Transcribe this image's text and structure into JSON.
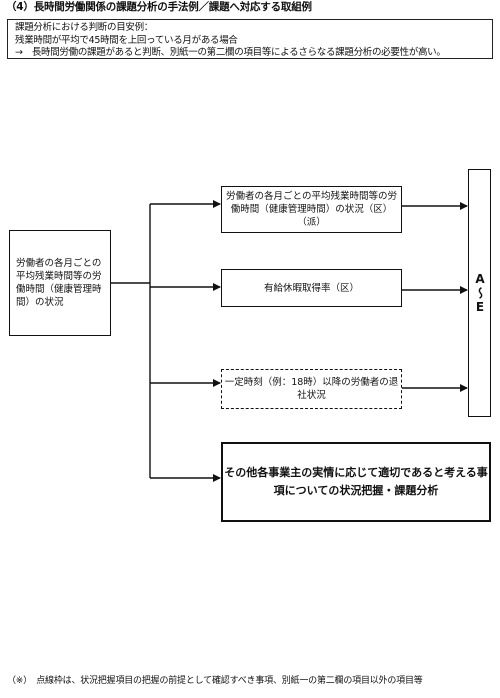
{
  "heading": "（4）長時間労働関係の課題分析の手法例／課題へ対応する取組例",
  "criteria": {
    "line1": "課題分析における判断の目安例：",
    "line2": "残業時間が平均で45時間を上回っている月がある場合",
    "line3": "→　長時間労働の課題があると判断、別紙一の第二欄の項目等によるさらなる課題分析の必要性が高い。"
  },
  "source_box": {
    "text": "労働者の各月ごとの平均残業時間等の労働時間（健康管理時間）の状況"
  },
  "items": [
    {
      "text": "労働者の各月ごとの平均残業時間等の労働時間（健康管理時間）の状況（区）（派）",
      "style": "solid"
    },
    {
      "text": "有給休暇取得率（区）",
      "style": "solid"
    },
    {
      "text": "一定時刻（例：18時）以降の労働者の退社状況",
      "style": "dashed"
    },
    {
      "text": "その他各事業主の実情に応じて適切であると考える事項についての状況把握・課題分析",
      "style": "bold"
    }
  ],
  "target_box": {
    "text": "A～E"
  },
  "footnote": "（※）　点線枠は、状況把握項目の把握の前提として確認すべき事項、別紙一の第二欄の項目以外の項目等"
}
